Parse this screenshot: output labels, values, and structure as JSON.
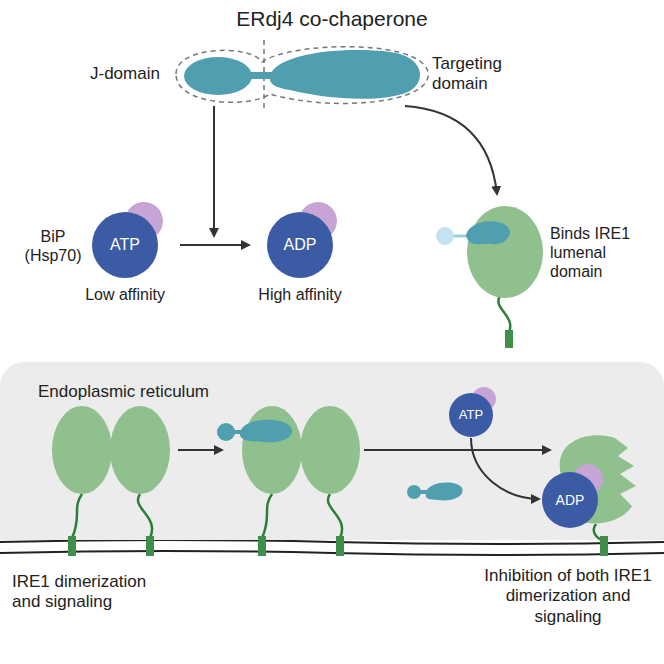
{
  "diagram": {
    "title": "ERdj4 co-chaperone",
    "nodes": [
      {
        "text": [
          "J-domain",
          "Targeting domain"
        ]
      },
      {
        "text": [
          "BiP (Hsp70)",
          "ATP",
          "Low affinity"
        ]
      },
      {
        "text": [
          "ADP",
          "High affinity"
        ]
      },
      {
        "text": [
          "Endoplasmic reticulum"
        ]
      },
      {
        "text": [
          "ATP"
        ],
        "in": 3
      },
      {
        "text": [
          "ADP"
        ],
        "in": 3
      }
    ],
    "edges": [
      {
        "from": 1,
        "to": 2,
        "arrow": "to"
      },
      {
        "from": 4,
        "to": 5,
        "arrow": "to"
      }
    ],
    "labels": [
      "Binds IRE1 lumenal domain",
      "IRE1 dimerization and signaling",
      "Inhibition of both IRE1 dimerization and signaling"
    ]
  }
}
